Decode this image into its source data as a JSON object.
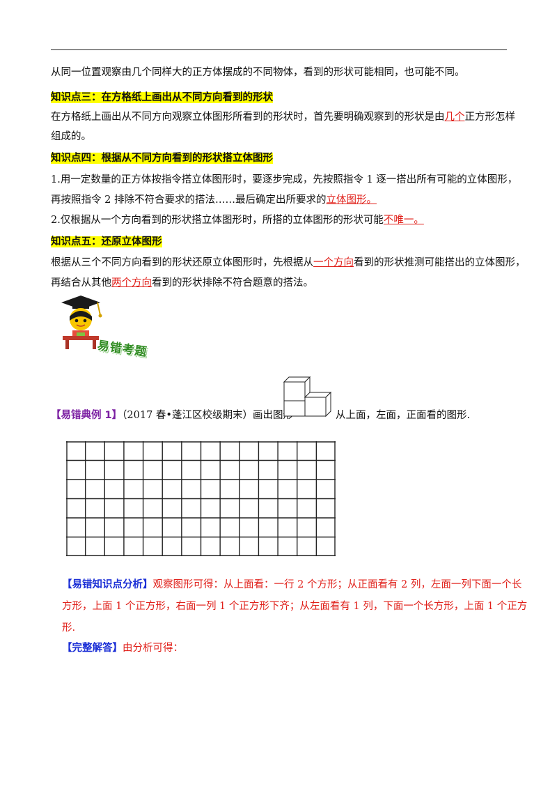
{
  "p1": "从同一位置观察由几个同样大的正方体摆成的不同物体，看到的形状可能相同，也可能不同。",
  "h3": "知识点三：在方格纸上画出从不同方向看到的形状",
  "p2a": "在方格纸上画出从不同方向观察立体图形所看到的形状时，首先要明确观察到的形状是由",
  "p2_red": "几个",
  "p2b": "正方形怎样",
  "p2c": "组成的。",
  "h4": "知识点四：根据从不同方向看到的形状搭立体图形",
  "p3a": "1.用一定数量的正方体按指令搭立体图形时，要逐步完成，先按照指令 1 逐一搭出所有可能的立体图形，",
  "p3b": "再按照指令 2 排除不符合要求的搭法……最后确定出所要求的",
  "p3_red": "立体图形。",
  "p4a": "2.仅根据从一个方向看到的形状搭立体图形时，所搭的立体图形的形状可能",
  "p4_red": "不唯一。",
  "h5": "知识点五：还原立体图形",
  "p5a": "根据从三个不同方向看到的形状还原立体图形时，先根据从",
  "p5_red1": "一个方向",
  "p5b": "看到的形状推测可能搭出的立体图形，",
  "p5c": "再结合从其他",
  "p5_red2": "两个方向",
  "p5d": "看到的形状排除不符合题意的搭法。",
  "banner": "易错考题",
  "ex_label": "【易错典例 1】",
  "ex_text1": "（2017 春•蓬江区校级期末）画出图形",
  "ex_text2": "从上面，左面，正面看的图形.",
  "analysis_label": "【易错知识点分析】",
  "analysis1": "观察图形可得：从上面看：一行 2 个方形；从正面看有 2 列，左面一列下面一个长",
  "analysis2": "方形，上面 1 个正方形，右面一列 1 个正方形下齐；从左面看有 1 列，下面一个长方形，上面 1 个正方",
  "analysis3": "形.",
  "answer_label": "【完整解答】",
  "answer_text": "由分析可得：",
  "grid": {
    "cols": 14,
    "rows": 6
  },
  "colors": {
    "highlight": "#ffff00",
    "red": "#e0201a",
    "blue": "#1b2fd6",
    "purple": "#7b1fa2",
    "banner_green": "#2e8b20"
  }
}
